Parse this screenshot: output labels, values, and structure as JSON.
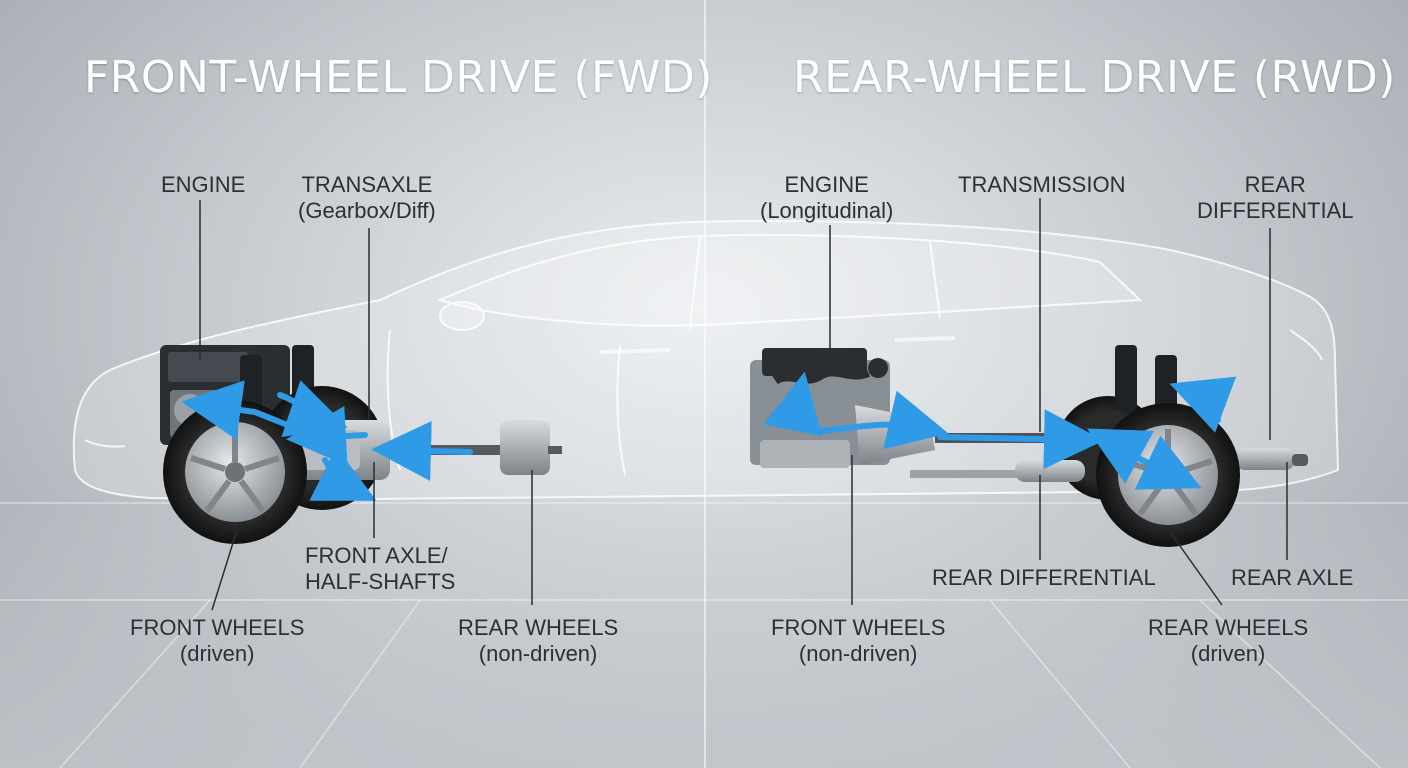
{
  "panels": {
    "fwd": {
      "title": "FRONT-WHEEL DRIVE (FWD)",
      "labels": {
        "engine": "ENGINE",
        "transaxle_1": "TRANSAXLE",
        "transaxle_2": "(Gearbox/Diff)",
        "axle_1": "FRONT AXLE/",
        "axle_2": "HALF-SHAFTS",
        "front_wheels_1": "FRONT WHEELS",
        "front_wheels_2": "(driven)",
        "rear_wheels_1": "REAR WHEELS",
        "rear_wheels_2": "(non-driven)"
      }
    },
    "rwd": {
      "title": "REAR-WHEEL DRIVE (RWD)",
      "labels": {
        "engine_1": "ENGINE",
        "engine_2": "(Longitudinal)",
        "transmission": "TRANSMISSION",
        "rear_diff_top_1": "REAR",
        "rear_diff_top_2": "DIFFERENTIAL",
        "rear_diff_bottom": "REAR DIFFERENTIAL",
        "rear_axle": "REAR AXLE",
        "front_wheels_1": "FRONT WHEELS",
        "front_wheels_2": "(non-driven)",
        "rear_wheels_1": "REAR WHEELS",
        "rear_wheels_2": "(driven)"
      }
    }
  },
  "colors": {
    "flow_arrow": "#2f9be6",
    "leader_line": "#2a2d30",
    "title_text": "#ffffff"
  }
}
